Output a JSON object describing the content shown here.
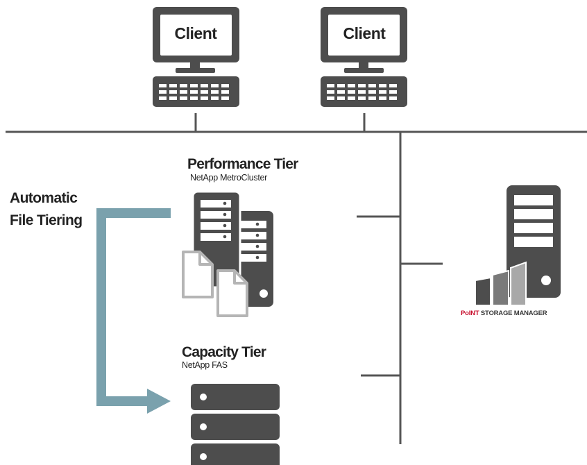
{
  "clients": [
    {
      "label": "Client"
    },
    {
      "label": "Client"
    }
  ],
  "tiers": {
    "performance": {
      "title": "Performance Tier",
      "subtitle": "NetApp MetroCluster"
    },
    "capacity": {
      "title": "Capacity Tier",
      "subtitle": "NetApp FAS"
    }
  },
  "tiering": {
    "line1": "Automatic",
    "line2": "File Tiering"
  },
  "storage_manager": {
    "brand_prefix": "PoINT",
    "brand_suffix": " STORAGE MANAGER"
  },
  "colors": {
    "device": "#4d4d4d",
    "network_line": "#555555",
    "tiering_arrow": "#7aa1ad",
    "document_outline": "#b5b5b5",
    "brand_accent": "#c8102e",
    "bar_light": "#a8a8a8",
    "bar_mid": "#7a7a7a",
    "bar_dark": "#4d4d4d"
  }
}
